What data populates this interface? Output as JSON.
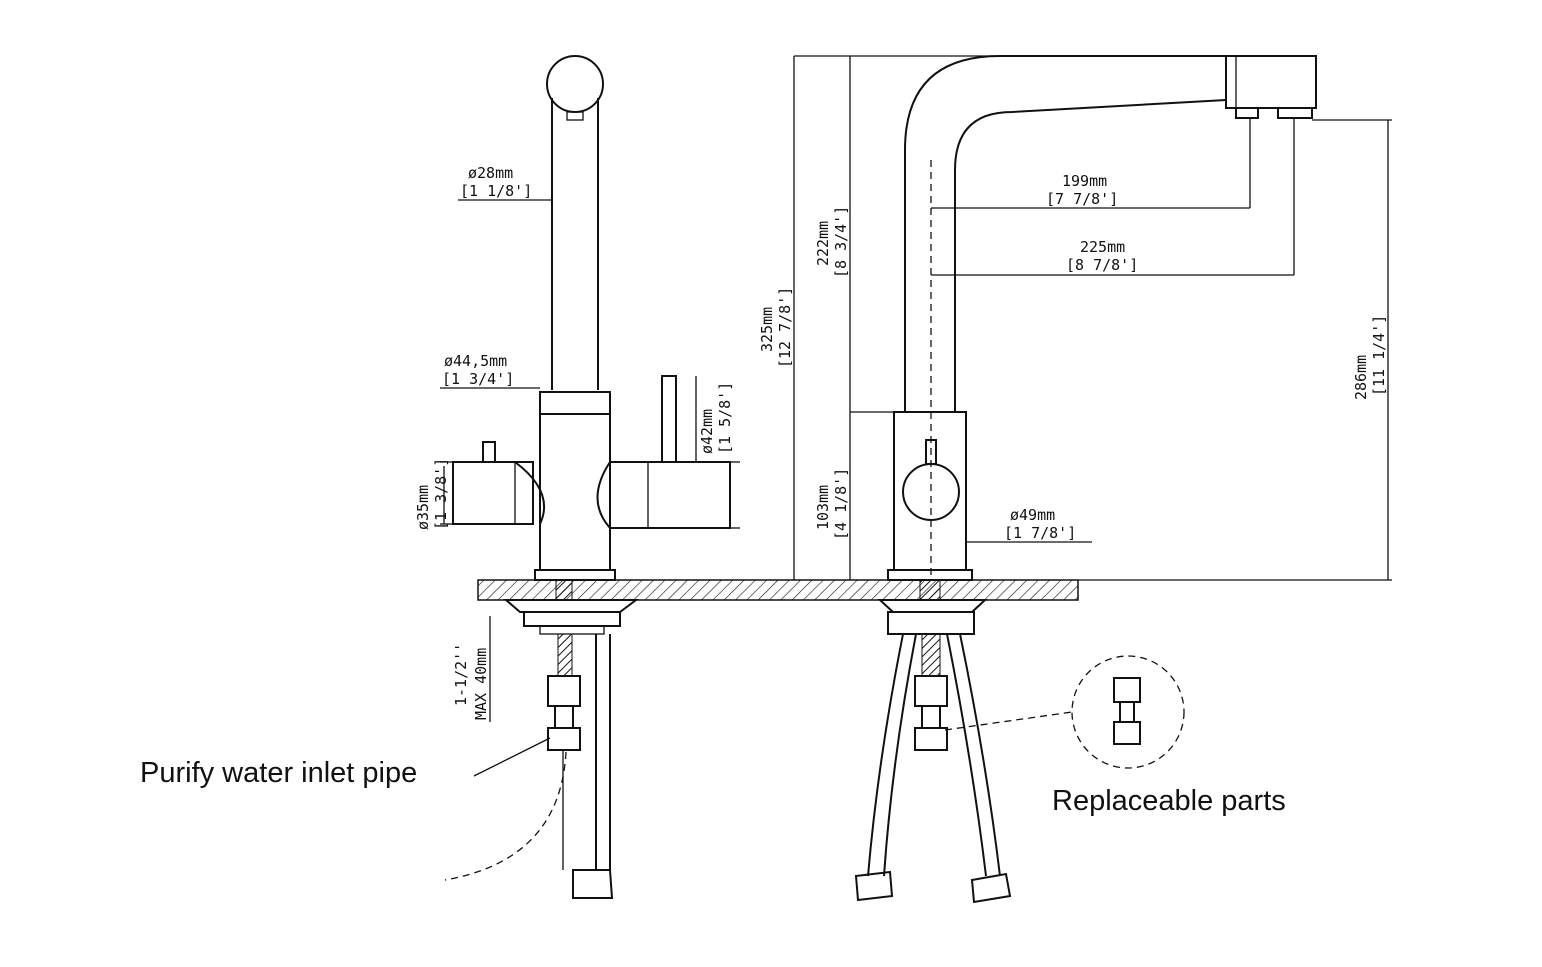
{
  "labels": {
    "inlet": "Purify water inlet pipe",
    "replaceable": "Replaceable parts"
  },
  "dimensions": {
    "d28_mm": "ø28mm",
    "d28_in": "[1 1/8']",
    "d445_mm": "ø44,5mm",
    "d445_in": "[1 3/4']",
    "d42_mm": "ø42mm",
    "d42_in": "[1 5/8']",
    "d35_mm": "ø35mm",
    "d35_in": "[1 3/8']",
    "max40_a": "1-1/2''",
    "max40_b": "MAX 40mm",
    "h325_mm": "325mm",
    "h325_in": "[12 7/8']",
    "h222_mm": "222mm",
    "h222_in": "[8 3/4']",
    "h103_mm": "103mm",
    "h103_in": "[4 1/8']",
    "w199_mm": "199mm",
    "w199_in": "[7 7/8']",
    "w225_mm": "225mm",
    "w225_in": "[8 7/8']",
    "h286_mm": "286mm",
    "h286_in": "[11 1/4']",
    "d49_mm": "ø49mm",
    "d49_in": "[1 7/8']"
  }
}
